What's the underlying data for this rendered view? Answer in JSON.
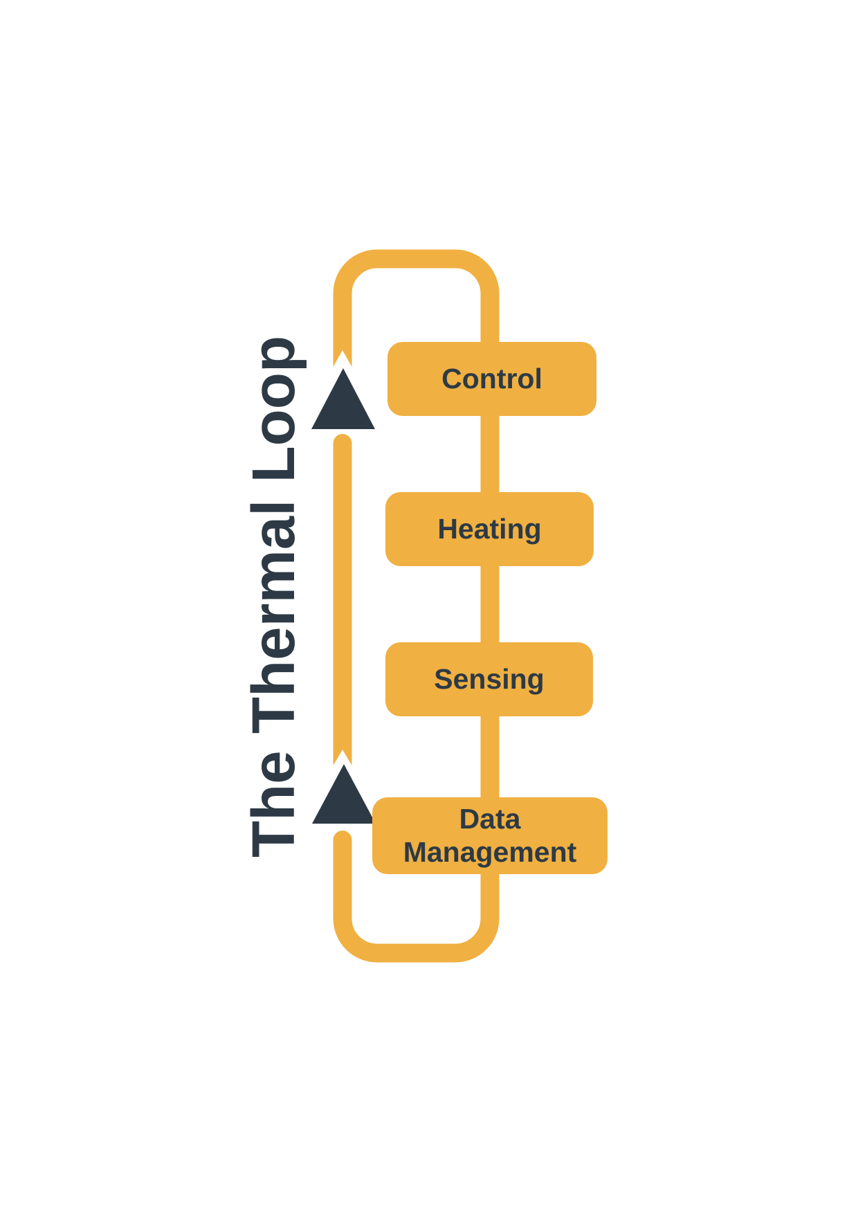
{
  "title": "The Thermal Loop",
  "nodes": [
    {
      "label": "Control"
    },
    {
      "label": "Heating"
    },
    {
      "label": "Sensing"
    },
    {
      "label": "Data Management"
    }
  ],
  "arrows": [
    {
      "icon": "triangle-up-icon",
      "direction": "up"
    },
    {
      "icon": "triangle-up-icon",
      "direction": "up"
    }
  ],
  "colors": {
    "accent": "#F0B042",
    "ink": "#2D3A45",
    "background": "#FFFFFF"
  }
}
